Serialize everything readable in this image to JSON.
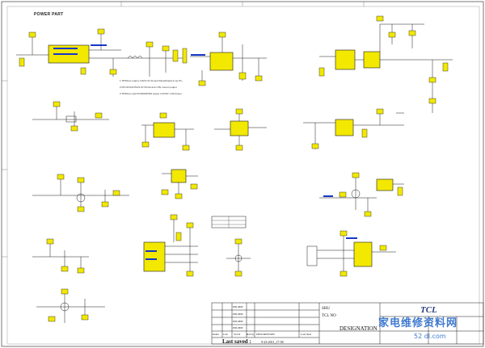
{
  "page": {
    "section_title": "POWER PART"
  },
  "notes": [
    "1 TPS5xxx output 1.8V/3.3V 2A and Panel/board to be PI+",
    "2 PIN 9V/12V/5V/3.3V 5V/2A and 1.8V current output",
    "3 TPS5xxx and PC/DDR/PSM output 3.3V/5V 1.5A Power"
  ],
  "title_block": {
    "col_headers": [
      "Index",
      "Cab",
      "Ver/X",
      "Ref.Sj",
      "DESCRIPTION",
      "Last mod"
    ],
    "rev_rows": [
      "DD-MM",
      "DD-MM",
      "DD-MM",
      "DD-MM"
    ],
    "designation_label": "DESIGNATION",
    "sht_label": "SHU",
    "project_name": "TCL NO",
    "last_saved_label": "Last saved :",
    "last_saved_value": "9-23-2011_17:58",
    "brand": "TCL"
  },
  "watermark": {
    "text": "家电维修资料网",
    "url": "52 dl.com"
  },
  "colors": {
    "component_highlight": "#f2e800",
    "wire": "#1a1a1a",
    "net_label": "#1537c9",
    "border": "#555555"
  }
}
